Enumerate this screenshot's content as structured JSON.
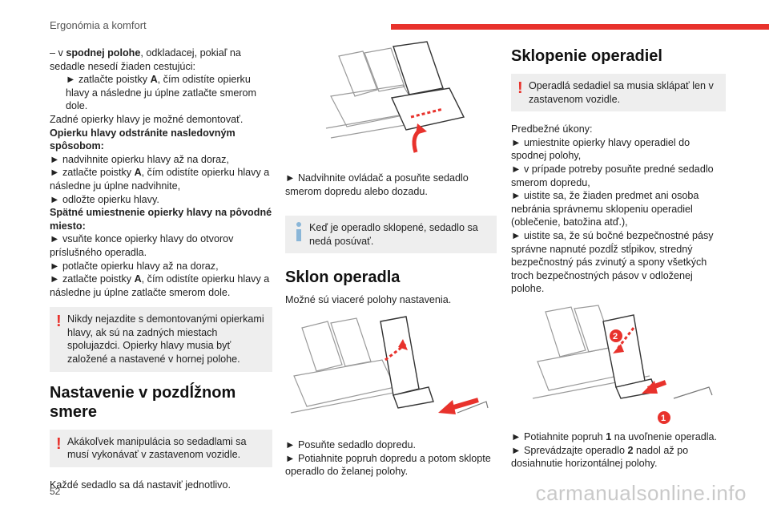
{
  "header": {
    "title": "Ergonómia a komfort"
  },
  "col1": {
    "p1_prefix": "– v ",
    "p1_bold": "spodnej polohe",
    "p1_rest": ", odkladacej, pokiaľ na sedadle nesedí žiaden cestujúci:",
    "p2_a": "► zatlačte poistky ",
    "p2_b": "A",
    "p2_c": ", čím odistíte opierku hlavy a následne ju úplne zatlačte smerom dole.",
    "p3": "Zadné opierky hlavy je možné demontovať.",
    "p4": "Opierku hlavy odstránite nasledovným spôsobom:",
    "p5": "► nadvihnite opierku hlavy až na doraz,",
    "p6_a": "► zatlačte poistky ",
    "p6_b": "A",
    "p6_c": ", čím odistíte opierku hlavy a následne ju úplne nadvihnite,",
    "p7": "► odložte opierku hlavy.",
    "p8": "Spätné umiestnenie opierky hlavy na pôvodné miesto:",
    "p9": "► vsuňte konce opierky hlavy do otvorov príslušného operadla.",
    "p10": "► potlačte opierku hlavy až na doraz,",
    "p11_a": "► zatlačte poistky ",
    "p11_b": "A",
    "p11_c": ", čím odistíte opierku hlavy a následne ju úplne zatlačte smerom dole.",
    "warn1": "Nikdy nejazdite s demontovanými opierkami hlavy, ak sú na zadných miestach spolujazdci. Opierky hlavy musia byť založené a nastavené v hornej polohe.",
    "h_long": "Nastavenie v pozdĺžnom smere",
    "warn2": "Akákoľvek manipulácia so sedadlami sa musí vykonávať v zastavenom vozidle.",
    "p12": "Každé sedadlo sa dá nastaviť jednotlivo."
  },
  "col2": {
    "p1": "► Nadvihnite ovládač a posuňte sedadlo smerom dopredu alebo dozadu.",
    "info1": "Keď je operadlo sklopené, sedadlo sa nedá posúvať.",
    "h_sklon": "Sklon operadla",
    "p2": "Možné sú viaceré polohy nastavenia.",
    "p3": "► Posuňte sedadlo dopredu.",
    "p4": "► Potiahnite popruh dopredu a potom sklopte operadlo do želanej polohy."
  },
  "col3": {
    "h_sklop": "Sklopenie operadiel",
    "warn3": "Operadlá sedadiel sa musia sklápať len v zastavenom vozidle.",
    "p1": "Predbežné úkony:",
    "p2": "► umiestnite opierky hlavy operadiel do spodnej polohy,",
    "p3": "► v prípade potreby posuňte predné sedadlo smerom dopredu,",
    "p4": "► uistite sa, že žiaden predmet ani osoba nebránia správnemu sklopeniu operadiel (oblečenie, batožina atď.),",
    "p5": "► uistite sa, že sú bočné bezpečnostné pásy správne napnuté pozdĺž stĺpikov, stredný bezpečnostný pás zvinutý a spony všetkých troch bezpečnostných pásov v odloženej polohe.",
    "callout1": "1",
    "callout2": "2",
    "p6_a": "► Potiahnite popruh ",
    "p6_b": "1",
    "p6_c": " na uvoľnenie operadla.",
    "p7_a": "► Sprevádzajte operadlo ",
    "p7_b": "2",
    "p7_c": " nadol až po dosiahnutie horizontálnej polohy."
  },
  "footer": {
    "page_number": "52",
    "watermark": "carmanualsonline.info"
  },
  "colors": {
    "accent": "#e8322c",
    "info": "#8ab6d8",
    "box_bg": "#eeeeee"
  },
  "icons": {
    "warning": "warning-exclamation-icon",
    "info": "info-icon"
  }
}
